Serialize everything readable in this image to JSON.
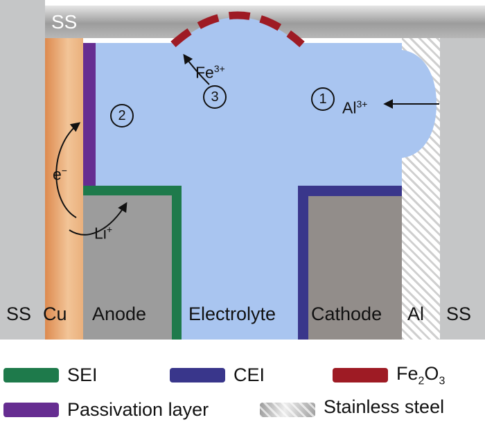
{
  "colors": {
    "electrolyte": "#a9c5f0",
    "sei": "#1e7a4b",
    "cei": "#39368b",
    "passivation": "#662d91",
    "fe2o3": "#9e1b24",
    "copper_dark": "#dd8a4f",
    "copper_light": "#f2c497",
    "steel": "#c5c6c7",
    "anode": "#9c9c9c",
    "cathode": "#928d8a"
  },
  "regions": {
    "ss_top": "SS",
    "ss_left": "SS",
    "cu": "Cu",
    "anode": "Anode",
    "electrolyte": "Electrolyte",
    "cathode": "Cathode",
    "al": "Al",
    "ss_right": "SS"
  },
  "markers": {
    "n1": "1",
    "n2": "2",
    "n3": "3",
    "fe3": {
      "base": "Fe",
      "sup": "3+"
    },
    "al3": {
      "base": "Al",
      "sup": "3+"
    },
    "e": {
      "base": "e",
      "sup": "−"
    },
    "li": {
      "base": "Li",
      "sup": "+"
    }
  },
  "legend": {
    "sei": "SEI",
    "cei": "CEI",
    "fe2o3": {
      "b1": "Fe",
      "s1": "2",
      "b2": "O",
      "s2": "3"
    },
    "passivation": "Passivation layer",
    "stainless": "Stainless steel"
  }
}
